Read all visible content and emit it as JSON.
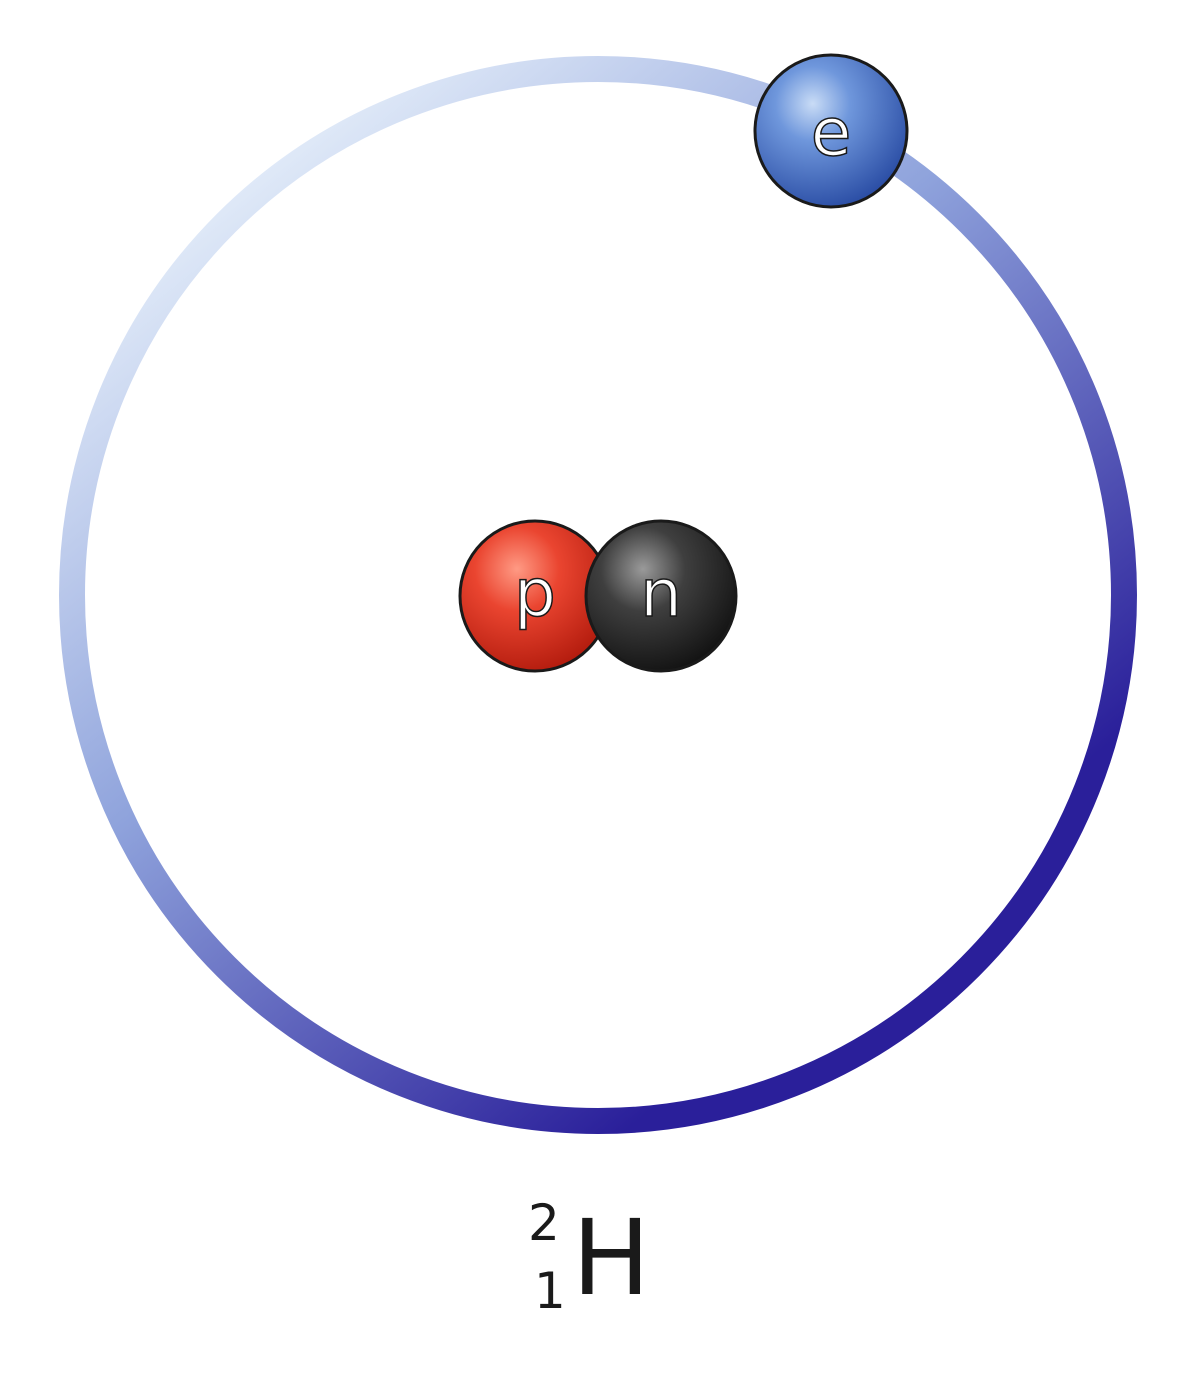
{
  "diagram": {
    "particles": {
      "electron": {
        "label": "e",
        "color": "#3a63b8"
      },
      "proton": {
        "label": "p",
        "color": "#e0301e"
      },
      "neutron": {
        "label": "n",
        "color": "#2a2a2a"
      }
    },
    "orbit": {
      "gradient_light": "#dde9f8",
      "gradient_dark": "#2a1f9a"
    },
    "isotope": {
      "mass_number": "2",
      "atomic_number": "1",
      "symbol": "H"
    }
  }
}
